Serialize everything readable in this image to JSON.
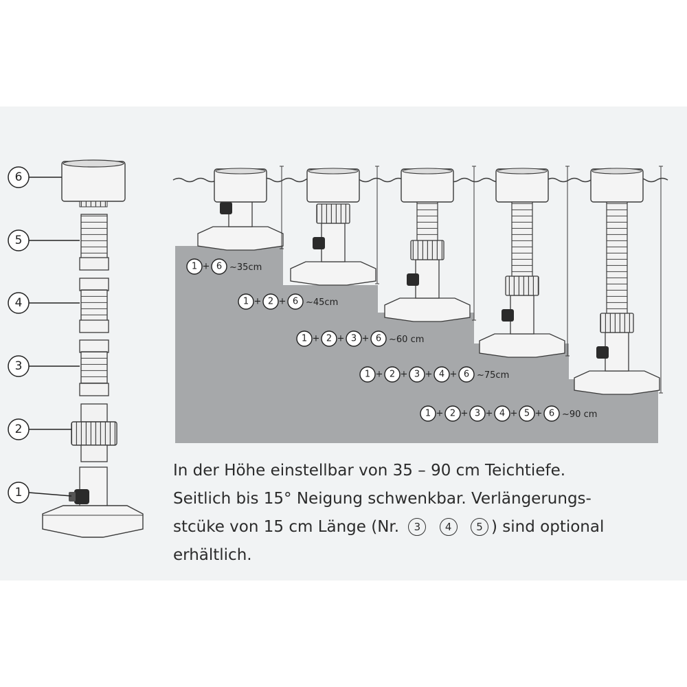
{
  "parts": [
    {
      "num": "6"
    },
    {
      "num": "5"
    },
    {
      "num": "4"
    },
    {
      "num": "3"
    },
    {
      "num": "2"
    },
    {
      "num": "1"
    }
  ],
  "configs": [
    {
      "parts": [
        "1",
        "6"
      ],
      "height": "~35cm"
    },
    {
      "parts": [
        "1",
        "2",
        "6"
      ],
      "height": "~45cm"
    },
    {
      "parts": [
        "1",
        "2",
        "3",
        "6"
      ],
      "height": "~60 cm"
    },
    {
      "parts": [
        "1",
        "2",
        "3",
        "4",
        "6"
      ],
      "height": "~75cm"
    },
    {
      "parts": [
        "1",
        "2",
        "3",
        "4",
        "5",
        "6"
      ],
      "height": "~90 cm"
    }
  ],
  "plus_sign": "+",
  "description": {
    "line1": "In der Höhe einstellbar von 35 – 90 cm Teichtiefe.",
    "line2": "Seitlich bis 15° Neigung schwenkbar. Verlängerungs-",
    "line3_before": "stcüke von 15 cm Länge (Nr.",
    "optional_parts": [
      "3",
      "4",
      "5"
    ],
    "line3_after": ") sind optional",
    "line4": "erhältlich."
  },
  "colors": {
    "pond_bed": "#a6a8aa",
    "outline": "#3a3a3a",
    "part_fill": "#f4f4f4",
    "nozzle": "#2b2b2b"
  }
}
